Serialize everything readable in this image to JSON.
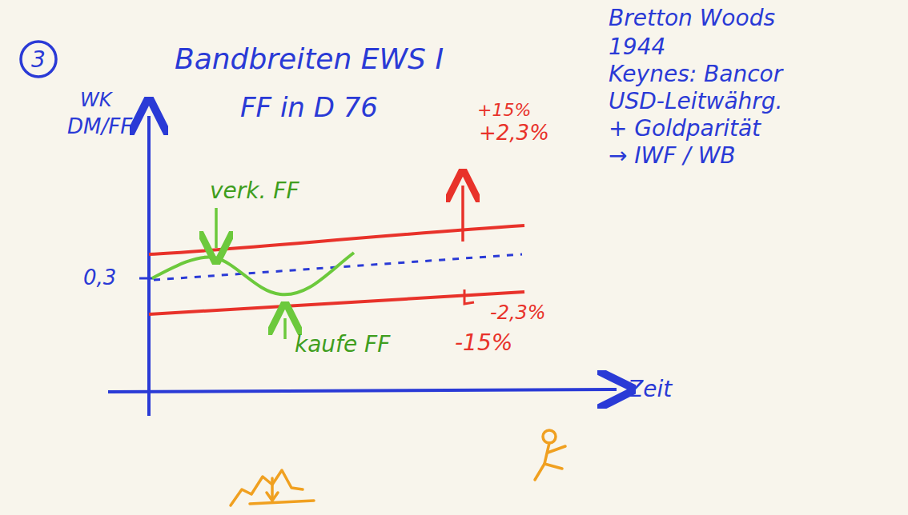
{
  "diagram": {
    "title": "Bandbreiten EWS I",
    "nodes": [
      {
        "text": [
          "3"
        ]
      }
    ],
    "labels": [
      "FF in D 76",
      "WK",
      "DM/FF",
      "0,3",
      "verk. FF",
      "kaufe FF",
      "+15%",
      "+2,3%",
      "-2,3%",
      "-15%",
      "Zeit",
      "Bretton Woods",
      "1944",
      "Keynes: Bancor",
      "USD-Leitwährg.",
      "+ Goldparität",
      "→ IWF / WB"
    ]
  }
}
